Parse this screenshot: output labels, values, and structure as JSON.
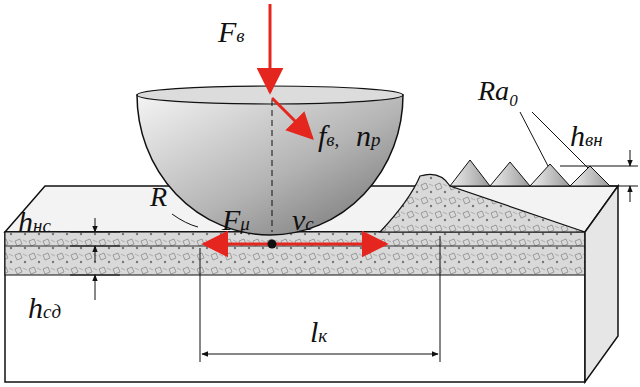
{
  "diagram": {
    "labels": [
      "Fв",
      "fв,",
      "nр",
      "Ra₀",
      "R",
      "hвн",
      "hнс",
      "Fμ",
      "vс",
      "hсд",
      "lк"
    ]
  }
}
